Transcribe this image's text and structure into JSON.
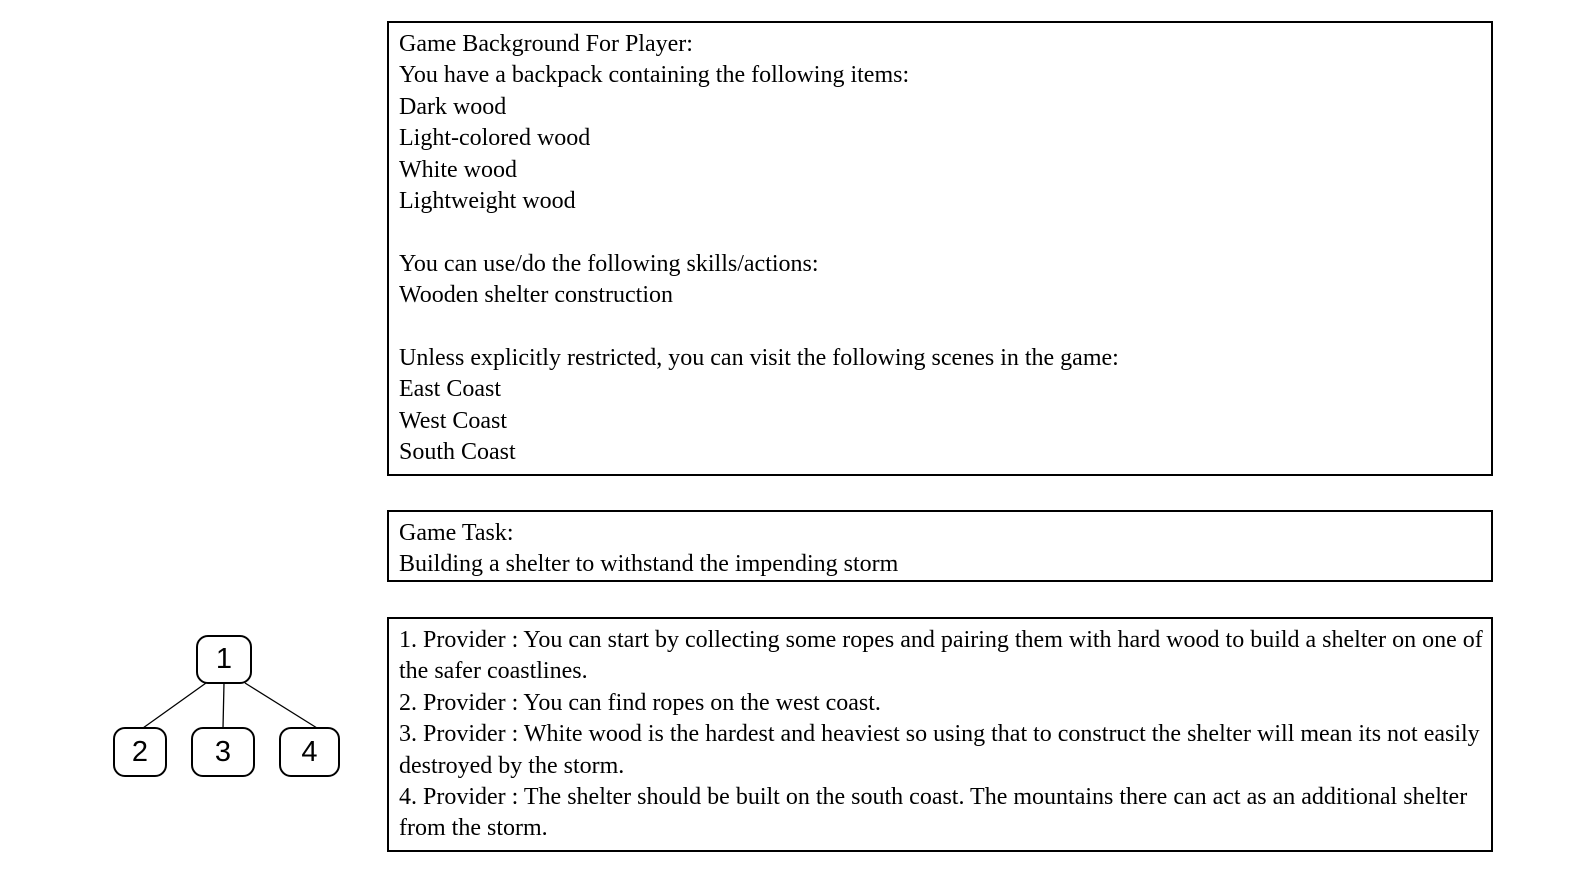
{
  "background_box": {
    "title": "Game Background For Player:",
    "backpack_intro": "You have a backpack containing the following items:",
    "items": [
      "Dark wood",
      "Light-colored wood",
      "White wood",
      "Lightweight wood"
    ],
    "skills_intro": "You can use/do the following skills/actions:",
    "skills": [
      "Wooden shelter construction"
    ],
    "scenes_intro": "Unless explicitly restricted, you can visit the following scenes in the game:",
    "scenes": [
      "East Coast",
      "West Coast",
      "South Coast"
    ]
  },
  "task_box": {
    "title": "Game Task:",
    "task": "Building a shelter to withstand the impending storm"
  },
  "providers_box": {
    "messages": [
      "1. Provider : You can start by collecting some ropes and pairing them with hard wood to build a shelter on one of the safer coastlines.",
      "2. Provider : You can find ropes on the west coast.",
      "3. Provider : White wood is the hardest and heaviest so using that to construct the shelter will mean its not easily destroyed by the storm.",
      "4. Provider : The shelter should be built on the south coast. The mountains there can act as an additional shelter from the storm."
    ]
  },
  "tree": {
    "root": "1",
    "children": [
      "2",
      "3",
      "4"
    ]
  },
  "colors": {
    "background": "#ffffff",
    "border": "#000000",
    "text": "#000000"
  }
}
